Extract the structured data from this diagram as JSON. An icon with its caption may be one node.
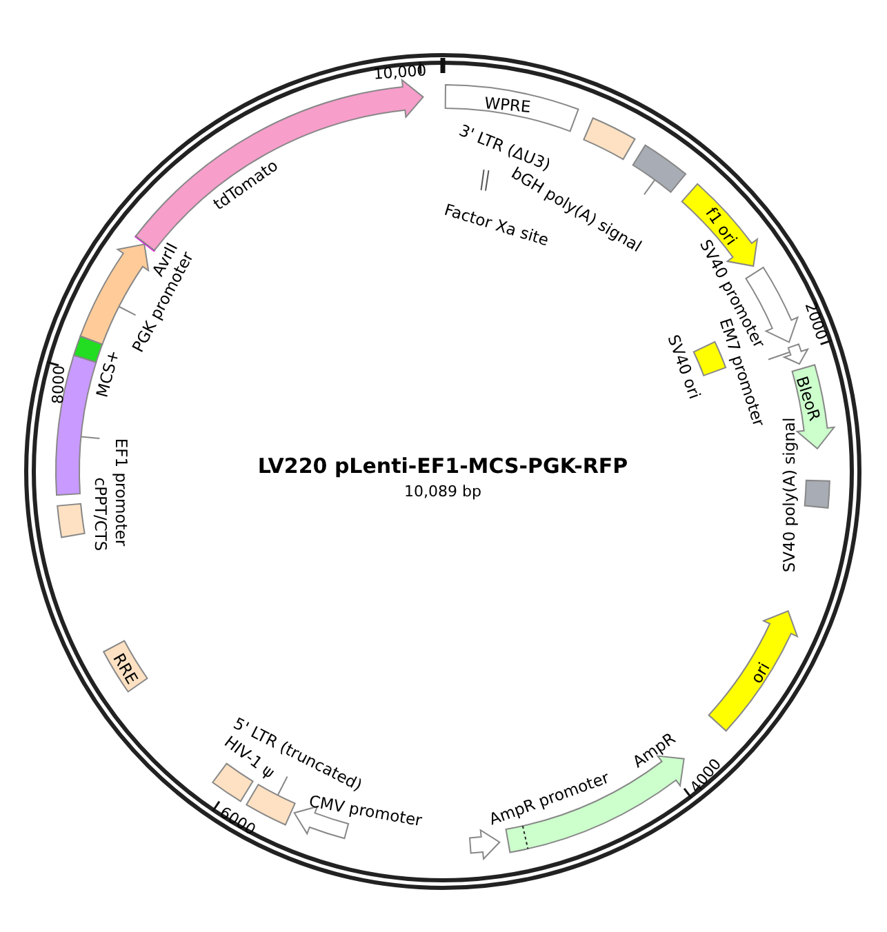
{
  "diagram": {
    "title": "LV220 pLenti-EF1-MCS-PGK-RFP",
    "nodes": [
      {
        "text": [
          "WPRE"
        ]
      },
      {
        "text": [],
        "shape": "box"
      },
      {
        "text": [],
        "shape": "box"
      },
      {
        "text": [
          "bGH poly(A) signal"
        ]
      },
      {
        "text": [
          "Factor Xa site"
        ]
      },
      {
        "text": [
          "f1 ori"
        ]
      },
      {
        "text": [],
        "shape": "arrow",
        "beside": [
          "SV40 promoter"
        ]
      },
      {
        "text": [],
        "shape": "arrow"
      },
      {
        "text": [
          "EM7 promoter"
        ]
      },
      {
        "text": [],
        "shape": "box",
        "beside": [
          "SV40 ori"
        ]
      },
      {
        "text": [
          "BleoR"
        ]
      },
      {
        "text": [],
        "shape": "box",
        "beside": [
          "SV40 poly(A) signal"
        ]
      },
      {
        "text": [
          "ori"
        ]
      },
      {
        "text": [],
        "shape": "arrow",
        "beside": [
          "AmpR"
        ]
      },
      {
        "text": [],
        "shape": "arrow",
        "beside": [
          "AmpR promoter"
        ]
      },
      {
        "text": [],
        "shape": "arrow",
        "beside": [
          "CMV promoter"
        ]
      },
      {
        "text": [],
        "shape": "box"
      },
      {
        "text": [
          "5' LTR (truncated)"
        ]
      },
      {
        "text": [],
        "shape": "box",
        "beside": [
          "HIV-1 ψ"
        ]
      },
      {
        "text": [
          "RRE"
        ]
      },
      {
        "text": [],
        "shape": "box",
        "beside": [
          "cPPT/CTS"
        ]
      },
      {
        "text": [],
        "shape": "box"
      },
      {
        "text": [
          "EF1 promoter"
        ]
      },
      {
        "text": [],
        "shape": "box",
        "beside": [
          "MCS+"
        ]
      },
      {
        "text": [],
        "shape": "arrow"
      },
      {
        "text": [
          "PGK promoter"
        ]
      },
      {
        "text": [
          "AvrII"
        ]
      },
      {
        "text": [
          "tdTomato"
        ]
      }
    ],
    "edges": [
      {
        "from": 3,
        "to": 2,
        "arrow": "none"
      },
      {
        "from": 8,
        "to": 7,
        "arrow": "none"
      },
      {
        "from": 17,
        "to": 16,
        "arrow": "none"
      },
      {
        "from": 22,
        "to": 21,
        "arrow": "none"
      },
      {
        "from": 25,
        "to": 24,
        "arrow": "none"
      }
    ],
    "labels": [
      "3' LTR (ΔU3)",
      "10,089 bp",
      "10,000",
      "2000",
      "4000",
      "6000",
      "8000"
    ]
  }
}
